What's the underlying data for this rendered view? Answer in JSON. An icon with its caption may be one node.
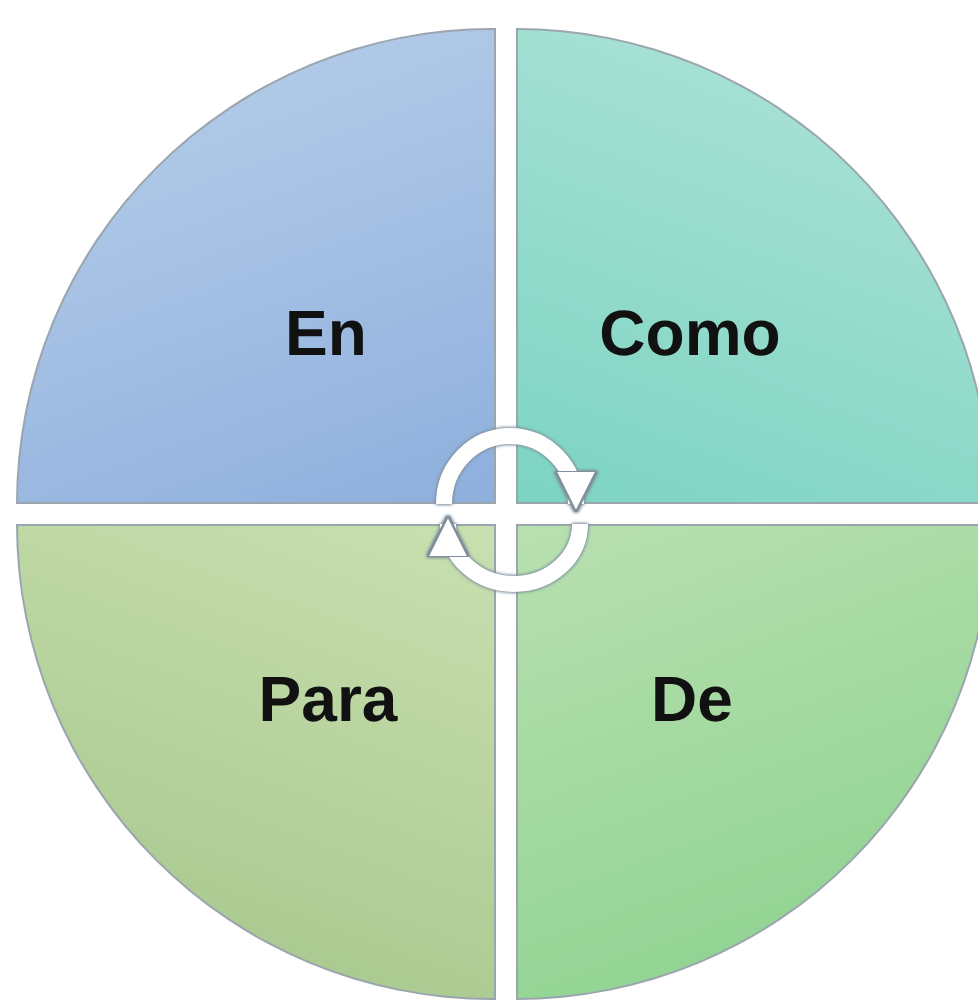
{
  "diagram": {
    "nodes": [
      {
        "text": [
          "En"
        ]
      },
      {
        "text": [
          "Como"
        ]
      },
      {
        "text": [
          "Para"
        ]
      },
      {
        "text": [
          "De"
        ]
      }
    ],
    "edges": [
      {
        "from": 0,
        "to": 1,
        "arrow": "to"
      },
      {
        "from": 3,
        "to": 2,
        "arrow": "to"
      }
    ]
  }
}
